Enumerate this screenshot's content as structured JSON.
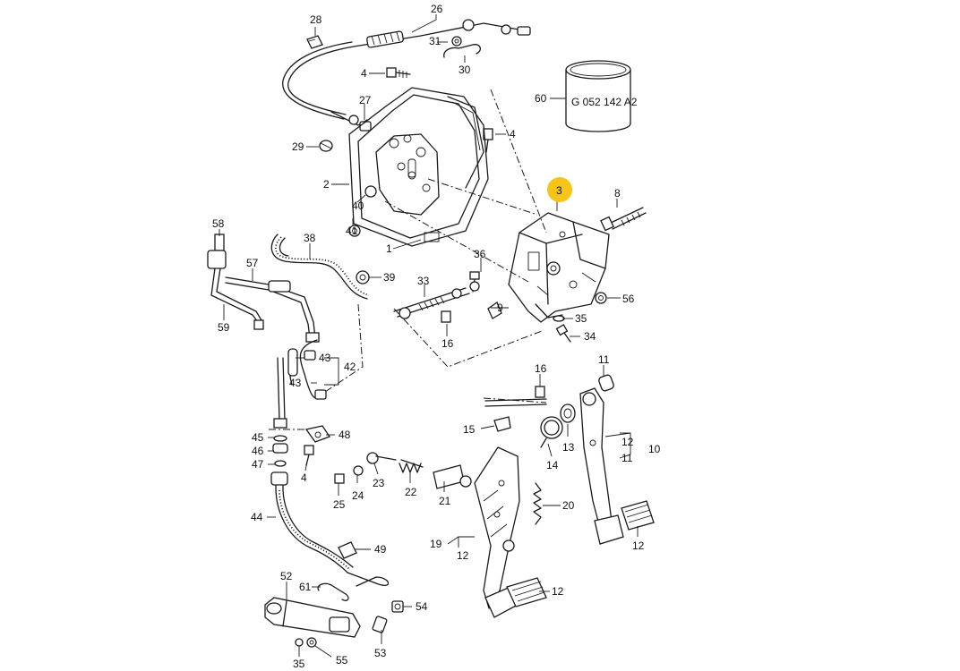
{
  "callouts": [
    {
      "id": "c28",
      "text": "28"
    },
    {
      "id": "c26",
      "text": "26"
    },
    {
      "id": "c31",
      "text": "31"
    },
    {
      "id": "c30",
      "text": "30"
    },
    {
      "id": "c4a",
      "text": "4"
    },
    {
      "id": "c27",
      "text": "27"
    },
    {
      "id": "c4b",
      "text": "4"
    },
    {
      "id": "c29",
      "text": "29"
    },
    {
      "id": "c2",
      "text": "2"
    },
    {
      "id": "c40",
      "text": "40"
    },
    {
      "id": "c41",
      "text": "41"
    },
    {
      "id": "c1",
      "text": "1"
    },
    {
      "id": "c60",
      "text": "60"
    },
    {
      "id": "c8",
      "text": "8"
    },
    {
      "id": "c58",
      "text": "58"
    },
    {
      "id": "c38",
      "text": "38"
    },
    {
      "id": "c57",
      "text": "57"
    },
    {
      "id": "c39",
      "text": "39"
    },
    {
      "id": "c36",
      "text": "36"
    },
    {
      "id": "c33",
      "text": "33"
    },
    {
      "id": "c56",
      "text": "56"
    },
    {
      "id": "c9",
      "text": "9"
    },
    {
      "id": "c35a",
      "text": "35"
    },
    {
      "id": "c34",
      "text": "34"
    },
    {
      "id": "c59",
      "text": "59"
    },
    {
      "id": "c16a",
      "text": "16"
    },
    {
      "id": "c43a",
      "text": "43"
    },
    {
      "id": "c42",
      "text": "42"
    },
    {
      "id": "c43b",
      "text": "43"
    },
    {
      "id": "c11a",
      "text": "11"
    },
    {
      "id": "c16b",
      "text": "16"
    },
    {
      "id": "c15",
      "text": "15"
    },
    {
      "id": "c13",
      "text": "13"
    },
    {
      "id": "c12a",
      "text": "12"
    },
    {
      "id": "c10",
      "text": "10"
    },
    {
      "id": "c11b",
      "text": "11"
    },
    {
      "id": "c45",
      "text": "45"
    },
    {
      "id": "c48",
      "text": "48"
    },
    {
      "id": "c46",
      "text": "46"
    },
    {
      "id": "c47",
      "text": "47"
    },
    {
      "id": "c4c",
      "text": "4"
    },
    {
      "id": "c14",
      "text": "14"
    },
    {
      "id": "c23",
      "text": "23"
    },
    {
      "id": "c22",
      "text": "22"
    },
    {
      "id": "c24",
      "text": "24"
    },
    {
      "id": "c25",
      "text": "25"
    },
    {
      "id": "c21",
      "text": "21"
    },
    {
      "id": "c20",
      "text": "20"
    },
    {
      "id": "c44",
      "text": "44"
    },
    {
      "id": "c19",
      "text": "19"
    },
    {
      "id": "c12b",
      "text": "12"
    },
    {
      "id": "c12c",
      "text": "12"
    },
    {
      "id": "c49",
      "text": "49"
    },
    {
      "id": "c52",
      "text": "52"
    },
    {
      "id": "c61",
      "text": "61"
    },
    {
      "id": "c12d",
      "text": "12"
    },
    {
      "id": "c54",
      "text": "54"
    },
    {
      "id": "c53",
      "text": "53"
    },
    {
      "id": "c35b",
      "text": "35"
    },
    {
      "id": "c55",
      "text": "55"
    }
  ],
  "highlight": {
    "text": "3",
    "color": "#f5c518"
  },
  "part_code": "G 052 142 A2",
  "colors": {
    "line": "#1a1a1a",
    "background": "#ffffff",
    "highlight": "#f5c518"
  }
}
